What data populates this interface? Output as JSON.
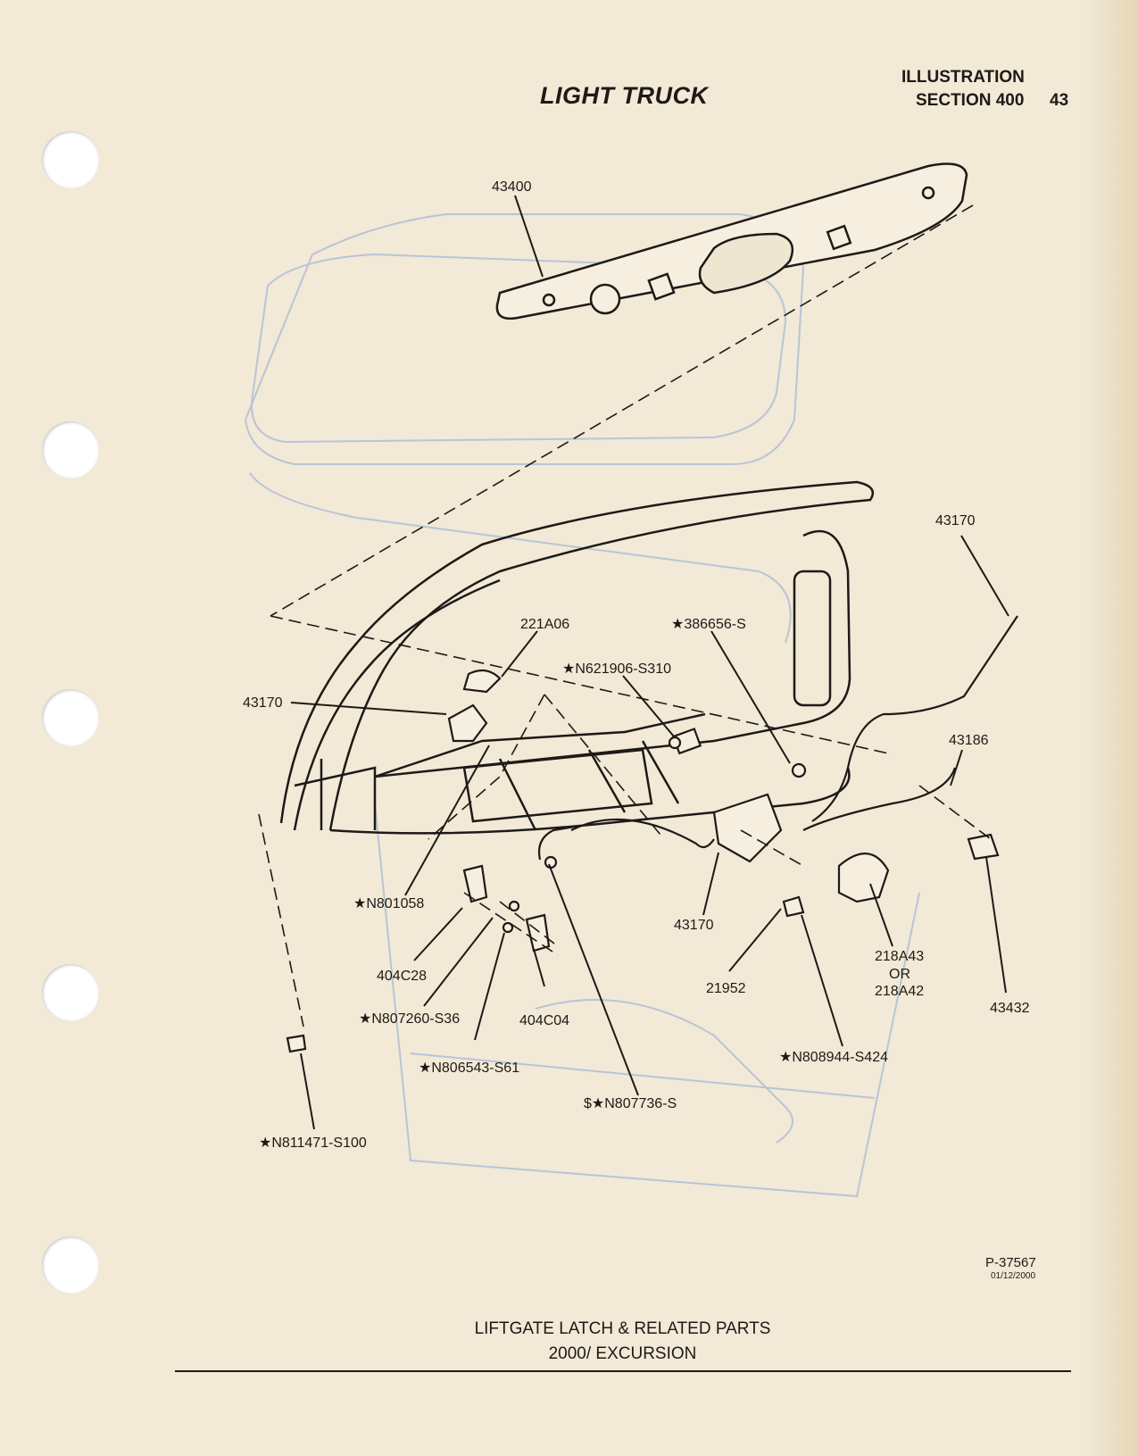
{
  "header": {
    "title": "LIGHT TRUCK",
    "illustration": "ILLUSTRATION",
    "section": "SECTION 400",
    "page_number": "43"
  },
  "parts": [
    {
      "id": "p43400",
      "text": "43400"
    },
    {
      "id": "p43170_top",
      "text": "43170"
    },
    {
      "id": "p221A06",
      "text": "221A06"
    },
    {
      "id": "p386656",
      "text": "★386656-S"
    },
    {
      "id": "pN621906",
      "text": "★N621906-S310"
    },
    {
      "id": "p43170_left",
      "text": "43170"
    },
    {
      "id": "p43186",
      "text": "43186"
    },
    {
      "id": "pN801058",
      "text": "★N801058"
    },
    {
      "id": "p404C28",
      "text": "404C28"
    },
    {
      "id": "pN807260",
      "text": "★N807260-S36"
    },
    {
      "id": "p404C04",
      "text": "404C04"
    },
    {
      "id": "pN806543",
      "text": "★N806543-S61"
    },
    {
      "id": "pN807736",
      "text": "$★N807736-S"
    },
    {
      "id": "pN811471",
      "text": "★N811471-S100"
    },
    {
      "id": "p43170_mid",
      "text": "43170"
    },
    {
      "id": "p21952",
      "text": "21952"
    },
    {
      "id": "p218A43",
      "text": "218A43"
    },
    {
      "id": "pOR",
      "text": "OR"
    },
    {
      "id": "p218A42",
      "text": "218A42"
    },
    {
      "id": "p43432",
      "text": "43432"
    },
    {
      "id": "pN808944",
      "text": "★N808944-S424"
    }
  ],
  "footer": {
    "figure_id": "P-37567",
    "figure_date": "01/12/2000",
    "caption_line1": "LIFTGATE LATCH & RELATED PARTS",
    "caption_line2": "2000/ EXCURSION"
  }
}
